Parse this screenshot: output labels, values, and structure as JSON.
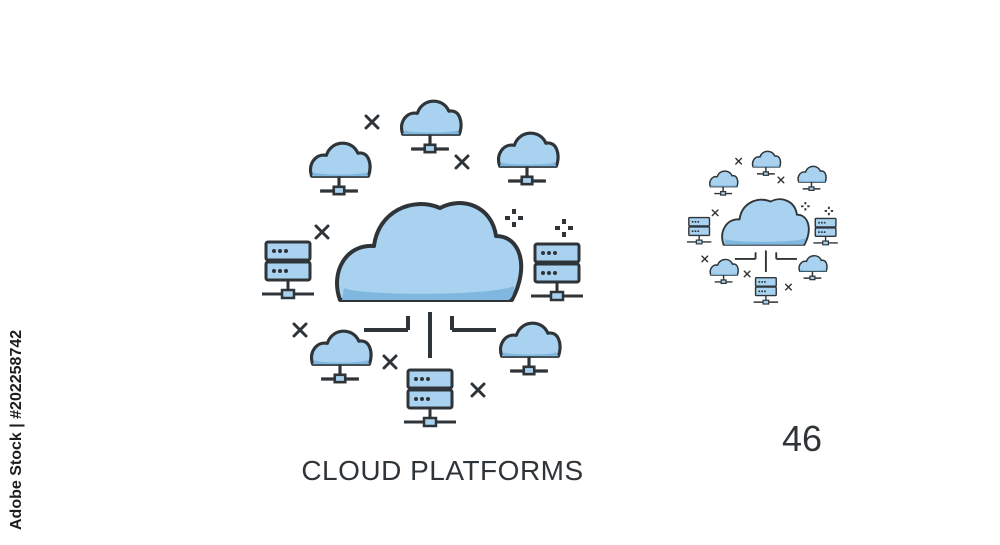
{
  "caption": {
    "title": "CLOUD PLATFORMS",
    "number": "46"
  },
  "stock_id": "Adobe Stock | #202258742",
  "icons": {
    "cloud": "cloud-icon",
    "server": "server-rack-icon",
    "sparkle": "sparkle-cross-icon"
  },
  "colors": {
    "cloud_fill": "#a8d2ef",
    "cloud_shade": "#7fb7de",
    "outline": "#2f3438",
    "background": "#ffffff"
  }
}
